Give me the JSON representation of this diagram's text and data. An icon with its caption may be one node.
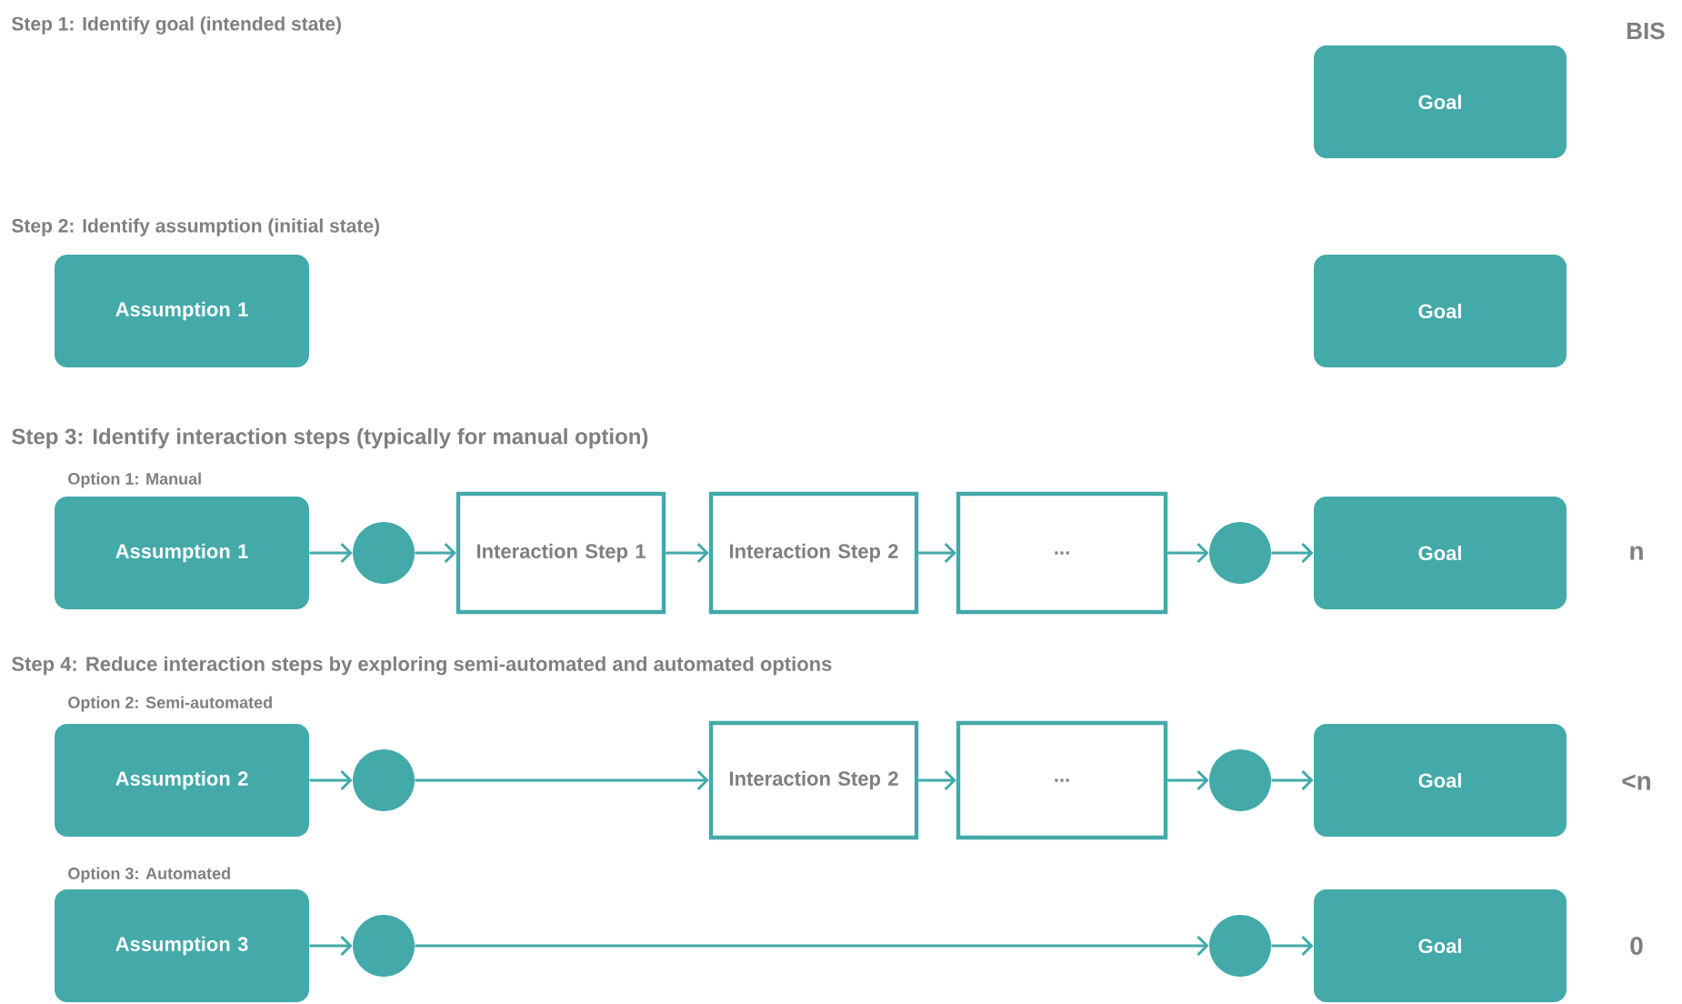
{
  "diagram": {
    "nodes": [
      {
        "text": [
          "Goal"
        ]
      },
      {
        "text": [
          "Assumption 1"
        ]
      },
      {
        "text": [
          "Goal"
        ]
      },
      {
        "text": [
          "Assumption 1"
        ]
      },
      {
        "text": [],
        "shape": "circle"
      },
      {
        "text": [
          "Interaction Step 1"
        ]
      },
      {
        "text": [
          "Interaction Step 2"
        ]
      },
      {
        "text": [
          "..."
        ]
      },
      {
        "text": [],
        "shape": "circle"
      },
      {
        "text": [
          "Goal"
        ]
      },
      {
        "text": [
          "Assumption 2"
        ]
      },
      {
        "text": [],
        "shape": "circle"
      },
      {
        "text": [
          "Interaction Step 2"
        ]
      },
      {
        "text": [
          "..."
        ]
      },
      {
        "text": [],
        "shape": "circle"
      },
      {
        "text": [
          "Goal"
        ]
      },
      {
        "text": [
          "Assumption 3"
        ]
      },
      {
        "text": [],
        "shape": "circle"
      },
      {
        "text": [],
        "shape": "circle"
      },
      {
        "text": [
          "Goal"
        ]
      }
    ],
    "edges": [
      {
        "from": 3,
        "to": 4,
        "arrow": "to"
      },
      {
        "from": 4,
        "to": 5,
        "arrow": "to"
      },
      {
        "from": 5,
        "to": 6,
        "arrow": "to"
      },
      {
        "from": 6,
        "to": 7,
        "arrow": "to"
      },
      {
        "from": 7,
        "to": 8,
        "arrow": "to"
      },
      {
        "from": 8,
        "to": 9,
        "arrow": "to"
      },
      {
        "from": 10,
        "to": 11,
        "arrow": "to"
      },
      {
        "from": 11,
        "to": 12,
        "arrow": "to"
      },
      {
        "from": 12,
        "to": 13,
        "arrow": "to"
      },
      {
        "from": 13,
        "to": 14,
        "arrow": "to"
      },
      {
        "from": 14,
        "to": 15,
        "arrow": "to"
      },
      {
        "from": 16,
        "to": 17,
        "arrow": "to"
      },
      {
        "from": 17,
        "to": 18,
        "arrow": "to"
      },
      {
        "from": 18,
        "to": 19,
        "arrow": "to"
      }
    ],
    "labels": [
      "Step 1: Identify goal (intended state)",
      "BIS",
      "Step 2: Identify assumption (initial state)",
      "Step 3: Identify interaction steps (typically for manual option)",
      "Option 1: Manual",
      "n",
      "Step 4: Reduce interaction steps by exploring semi-automated and automated options",
      "Option 2: Semi-automated",
      "<n",
      "Option 3: Automated",
      "0"
    ]
  }
}
